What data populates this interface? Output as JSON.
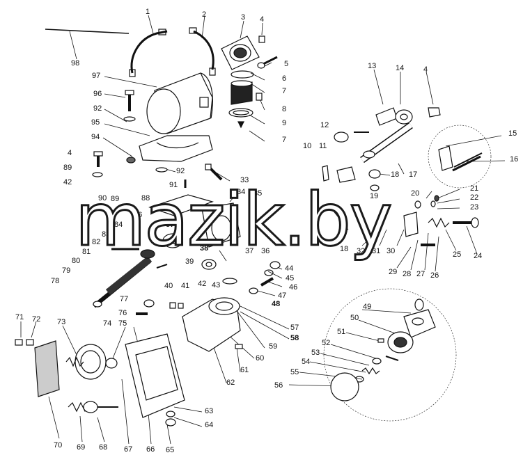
{
  "diagram": {
    "watermark": "mazik.by",
    "callouts": [
      "1",
      "2",
      "3",
      "4",
      "5",
      "6",
      "7",
      "8",
      "9",
      "7",
      "13",
      "14",
      "4",
      "12",
      "15",
      "16",
      "10",
      "11",
      "18",
      "17",
      "19",
      "20",
      "21",
      "22",
      "23",
      "24",
      "25",
      "98",
      "97",
      "96",
      "92",
      "95",
      "94",
      "4",
      "89",
      "42",
      "92",
      "91",
      "33",
      "88",
      "90",
      "89",
      "86",
      "84",
      "85",
      "83",
      "82",
      "81",
      "80",
      "79",
      "78",
      "34",
      "35",
      "36",
      "87",
      "38",
      "37",
      "18",
      "32",
      "31",
      "30",
      "29",
      "28",
      "27",
      "26",
      "39",
      "42",
      "43",
      "44",
      "45",
      "46",
      "47",
      "48",
      "40",
      "41",
      "77",
      "76",
      "75",
      "74",
      "73",
      "72",
      "71",
      "70",
      "69",
      "68",
      "67",
      "66",
      "65",
      "64",
      "63",
      "62",
      "61",
      "60",
      "59",
      "58",
      "57",
      "49",
      "50",
      "51",
      "52",
      "53",
      "54",
      "55",
      "56"
    ]
  }
}
